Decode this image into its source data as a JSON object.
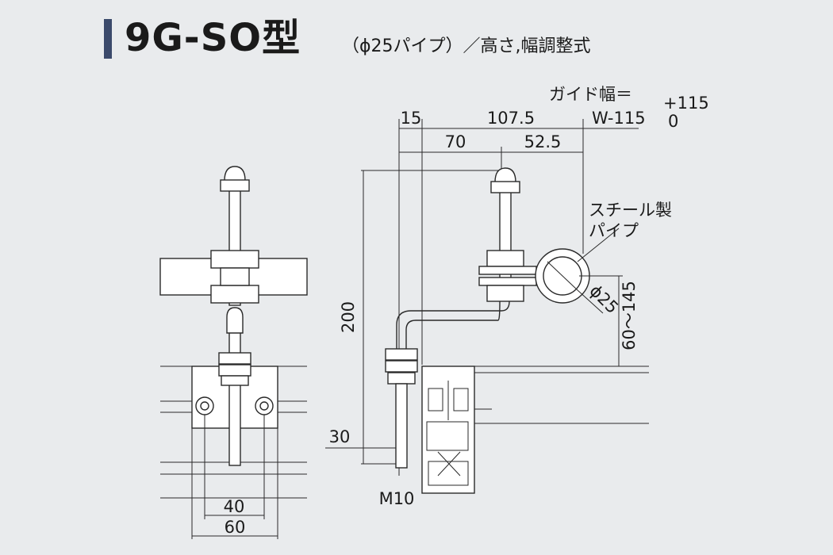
{
  "title": {
    "main": "9G-SO型",
    "sub": "（ϕ25パイプ）／高さ,幅調整式"
  },
  "front_view": {
    "dim_inner": "40",
    "dim_outer": "60"
  },
  "side_view": {
    "dim_15": "15",
    "dim_107_5": "107.5",
    "dim_70": "70",
    "dim_52_5": "52.5",
    "guide_width_label": "ガイド幅＝",
    "guide_width_value": "W-115",
    "tolerance_upper": "+115",
    "tolerance_lower": "0",
    "pipe_label_line1": "スチール製",
    "pipe_label_line2": "パイプ",
    "pipe_diameter": "ϕ25",
    "dim_height_range": "60～145",
    "dim_200": "200",
    "dim_30": "30",
    "bolt_size": "M10"
  },
  "colors": {
    "background": "#e9ebed",
    "title_bar": "#3b4a6b",
    "line": "#2a2a2a",
    "part_fill": "#ffffff"
  }
}
